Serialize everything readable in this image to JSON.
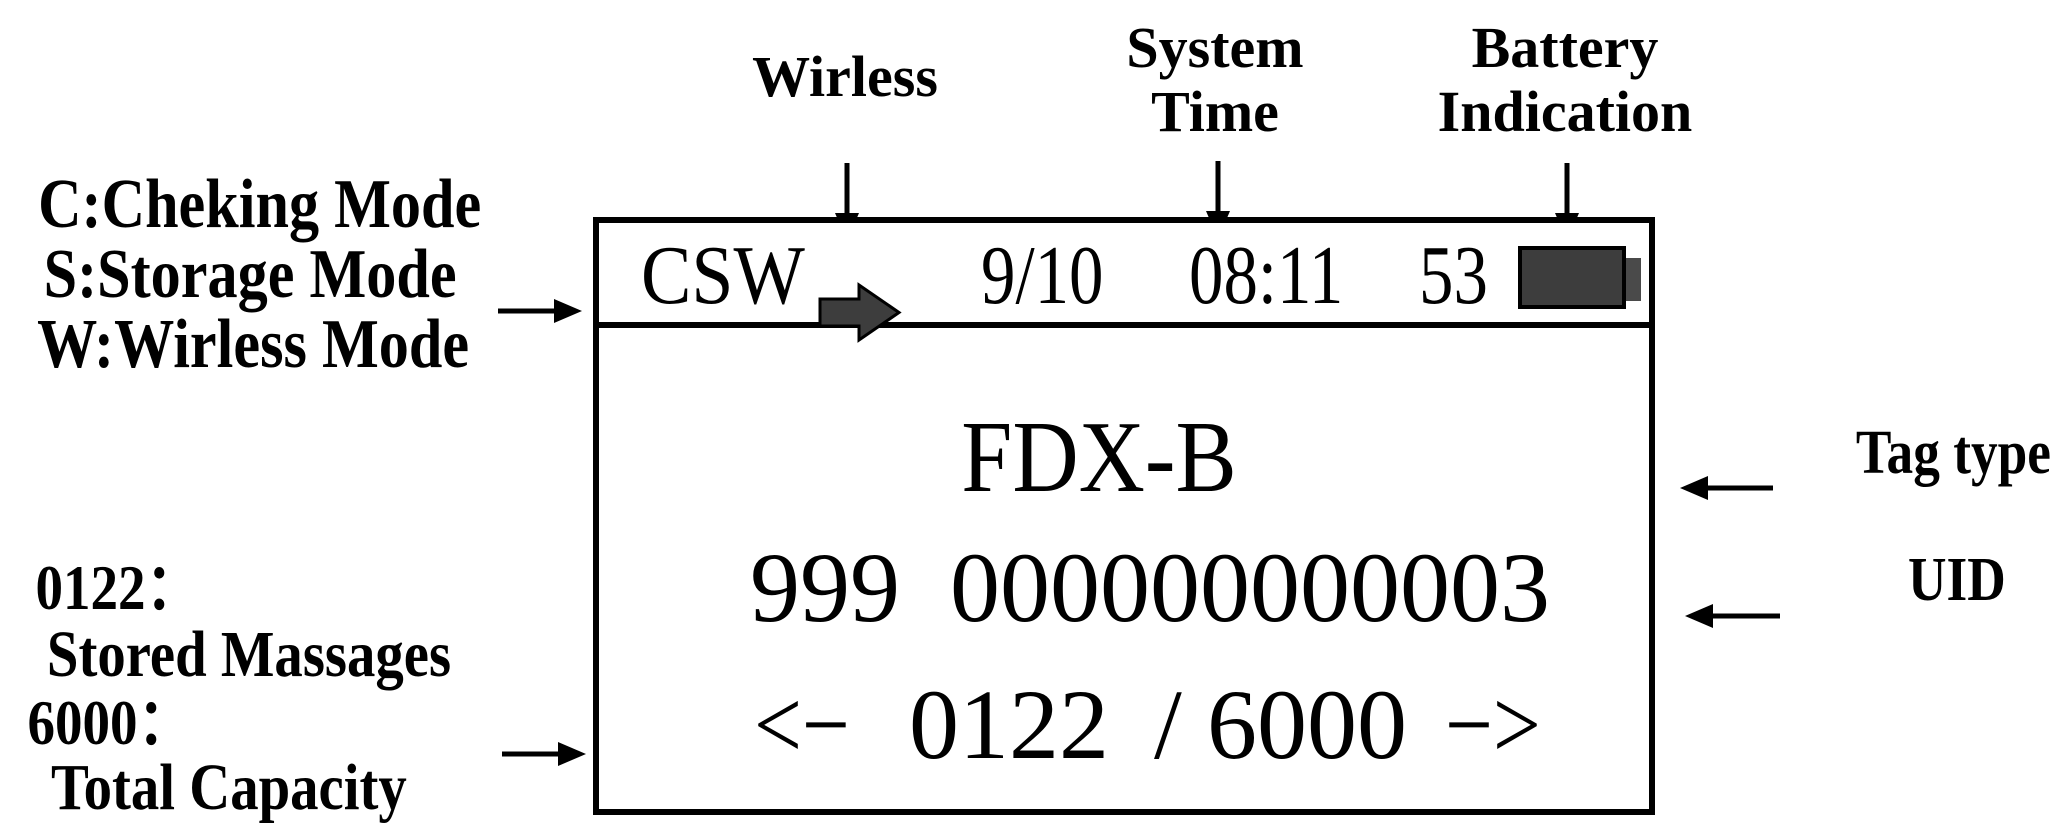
{
  "callouts": {
    "wirless": "Wirless",
    "system_time_line1": "System",
    "system_time_line2": "Time",
    "battery_line1": "Battery",
    "battery_line2": "Indication",
    "mode_line1": "C:Cheking Mode",
    "mode_line2": "S:Storage Mode",
    "mode_line3": "W:Wirless Mode",
    "stored_value": "0122：",
    "stored_label": "Stored Massages",
    "capacity_value": "6000：",
    "capacity_label": "Total Capacity",
    "tag_type": "Tag type",
    "uid": "UID"
  },
  "screen": {
    "status": {
      "mode_flags": "CSW",
      "date": "9/10",
      "time": "08:11",
      "battery_percent": "53"
    },
    "tag_type": "FDX-B",
    "uid": "999  000000000003",
    "counter": {
      "prev": "<−",
      "stored": "0122",
      "separator": "/",
      "total": "6000",
      "next": "−>"
    }
  },
  "icons": {
    "wireless_mode": "right-block-arrow",
    "battery": "battery-level"
  },
  "colors": {
    "ink": "#000000",
    "icon_fill": "#3d3d3d",
    "battery_nub": "#4a4a4a",
    "background": "#ffffff"
  }
}
